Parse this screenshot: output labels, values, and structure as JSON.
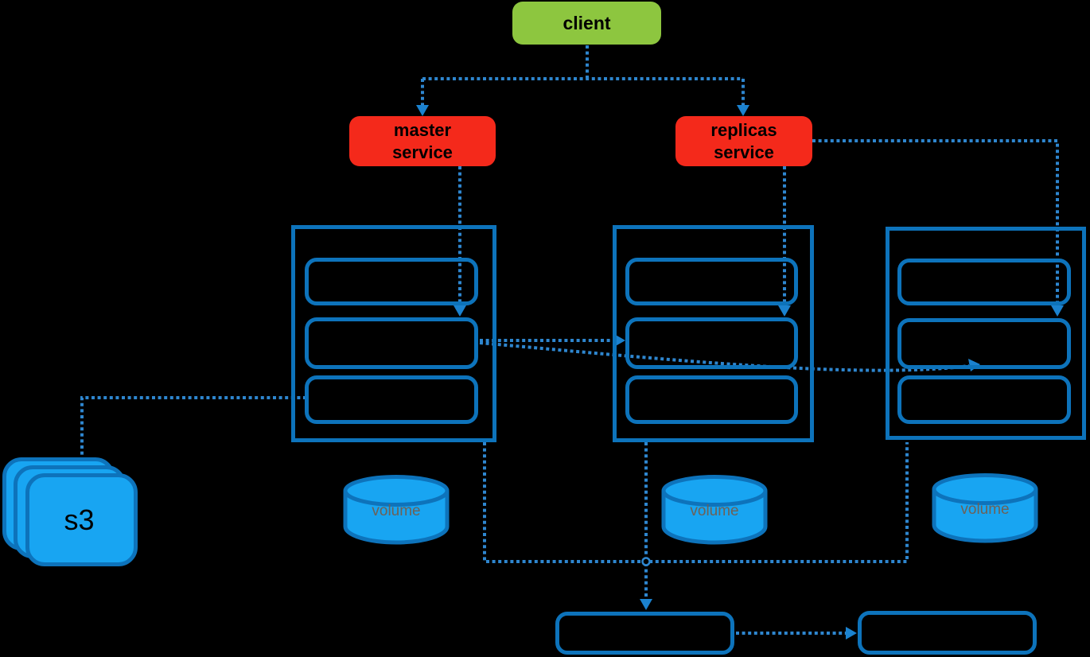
{
  "colors": {
    "background": "#000000",
    "client_fill": "#8DC63F",
    "service_fill": "#F4291B",
    "node_fill": "#18A5F2",
    "node_border": "#0D73BB",
    "connector": "#2E86CF",
    "arrow": "#1B82CF",
    "node_label": "#000000",
    "volume_label": "#6D6157"
  },
  "nodes": {
    "client": {
      "label": "client"
    },
    "master_service": {
      "line1": "master",
      "line2": "service"
    },
    "replicas_service": {
      "line1": "replicas",
      "line2": "service"
    },
    "s3": {
      "label": "s3"
    },
    "volumes": [
      {
        "label": "volume"
      },
      {
        "label": "volume"
      },
      {
        "label": "volume"
      }
    ]
  },
  "structure": {
    "server_groups": 3,
    "slots_per_group": 3,
    "bottom_boxes": 2
  }
}
